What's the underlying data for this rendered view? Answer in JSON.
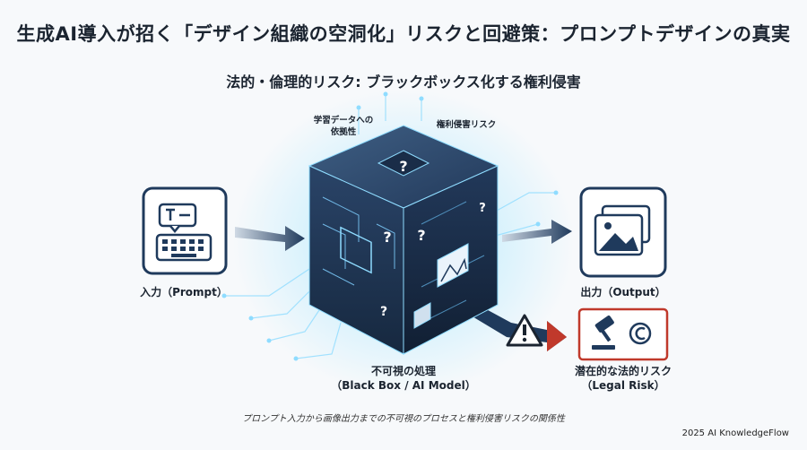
{
  "title": "生成AI導入が招く「デザイン組織の空洞化」リスクと回避策：プロンプトデザインの真実",
  "subtitle": "法的・倫理的リスク: ブラックボックス化する権利侵害",
  "labels": {
    "training_dependency_line1": "学習データへの",
    "training_dependency_line2": "依拠性",
    "rights_risk": "権利侵害リスク",
    "input": "入力（Prompt）",
    "output": "出力（Output）",
    "blackbox_line1": "不可視の処理",
    "blackbox_line2": "（Black Box / AI Model）",
    "legal_line1": "潜在的な法的リスク",
    "legal_line2": "（Legal Risk）"
  },
  "cube_question_mark": "?",
  "caption": "プロンプト入力から画像出力までの不可視のプロセスと権利侵害リスクの関係性",
  "footer": "2025 AI KnowledgeFlow",
  "colors": {
    "navy": "#1f3a5c",
    "alert_red": "#c0392b",
    "glow": "#6fd3ff"
  }
}
